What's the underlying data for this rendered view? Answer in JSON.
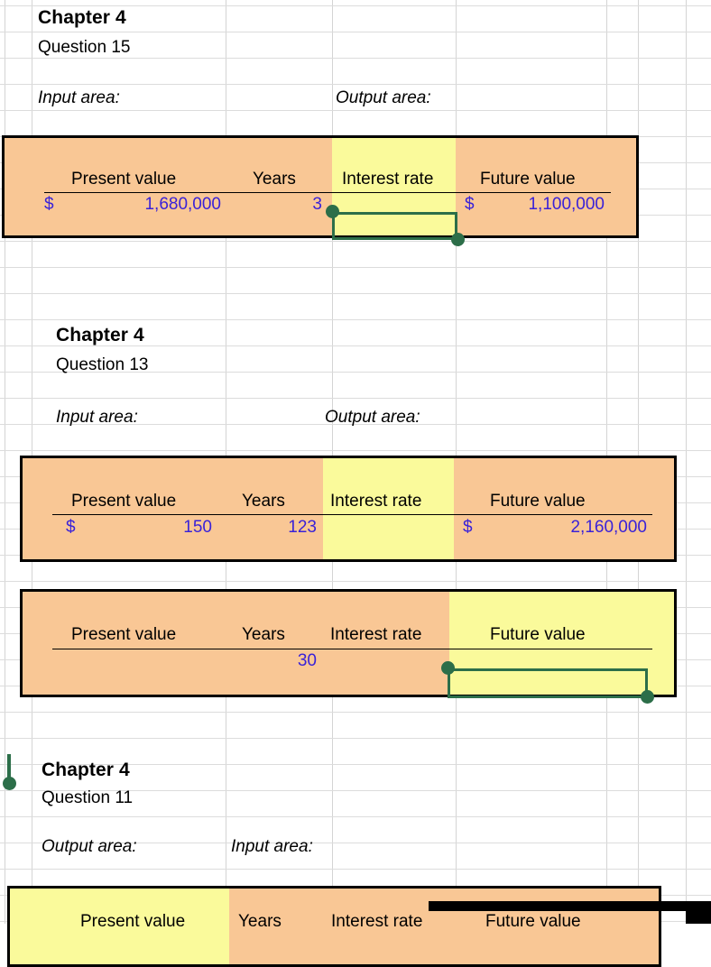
{
  "sheet": {
    "grid_color": "#d4d4d4",
    "column_lines_x": [
      5,
      35,
      250,
      368,
      505,
      672,
      707,
      760
    ],
    "row_pitch": 29
  },
  "palette": {
    "input_fill": "#f9c795",
    "output_fill": "#fafa9b",
    "value_text": "#3a22d8",
    "selection_green": "#2c6e49",
    "border": "#000000"
  },
  "blocks": [
    {
      "id": "question-15",
      "chapter": "Chapter 4",
      "question": "Question 15",
      "labels": [
        {
          "text": "Input area:"
        },
        {
          "text": "Output area:"
        }
      ],
      "tables": [
        {
          "id": "q15-table",
          "headers": [
            "Present value",
            "Years",
            "Interest rate",
            "Future value"
          ],
          "row": {
            "present_value_symbol": "$",
            "present_value": "1,680,000",
            "years": "3",
            "interest_rate": "",
            "future_value_symbol": "$",
            "future_value": "1,100,000"
          },
          "highlighted_column": "Interest rate"
        }
      ]
    },
    {
      "id": "question-13",
      "chapter": "Chapter 4",
      "question": "Question 13",
      "labels": [
        {
          "text": "Input area:"
        },
        {
          "text": "Output area:"
        }
      ],
      "tables": [
        {
          "id": "q13-table-a",
          "headers": [
            "Present value",
            "Years",
            "Interest rate",
            "Future value"
          ],
          "row": {
            "present_value_symbol": "$",
            "present_value": "150",
            "years": "123",
            "interest_rate": "",
            "future_value_symbol": "$",
            "future_value": "2,160,000"
          },
          "highlighted_column": "Interest rate"
        },
        {
          "id": "q13-table-b",
          "headers": [
            "Present value",
            "Years",
            "Interest rate",
            "Future value"
          ],
          "row": {
            "present_value_symbol": "",
            "present_value": "",
            "years": "30",
            "interest_rate": "",
            "future_value_symbol": "",
            "future_value": ""
          },
          "highlighted_column": "Future value"
        }
      ]
    },
    {
      "id": "question-11",
      "chapter": "Chapter 4",
      "question": "Question 11",
      "labels": [
        {
          "text": "Output area:"
        },
        {
          "text": "Input area:"
        }
      ],
      "tables": [
        {
          "id": "q11-table",
          "headers": [
            "Present value",
            "Years",
            "Interest rate",
            "Future value"
          ],
          "row": {
            "present_value_symbol": "",
            "present_value": "",
            "years": "",
            "interest_rate": "",
            "future_value_symbol": "",
            "future_value": ""
          },
          "highlighted_column": "Present value"
        }
      ]
    }
  ]
}
